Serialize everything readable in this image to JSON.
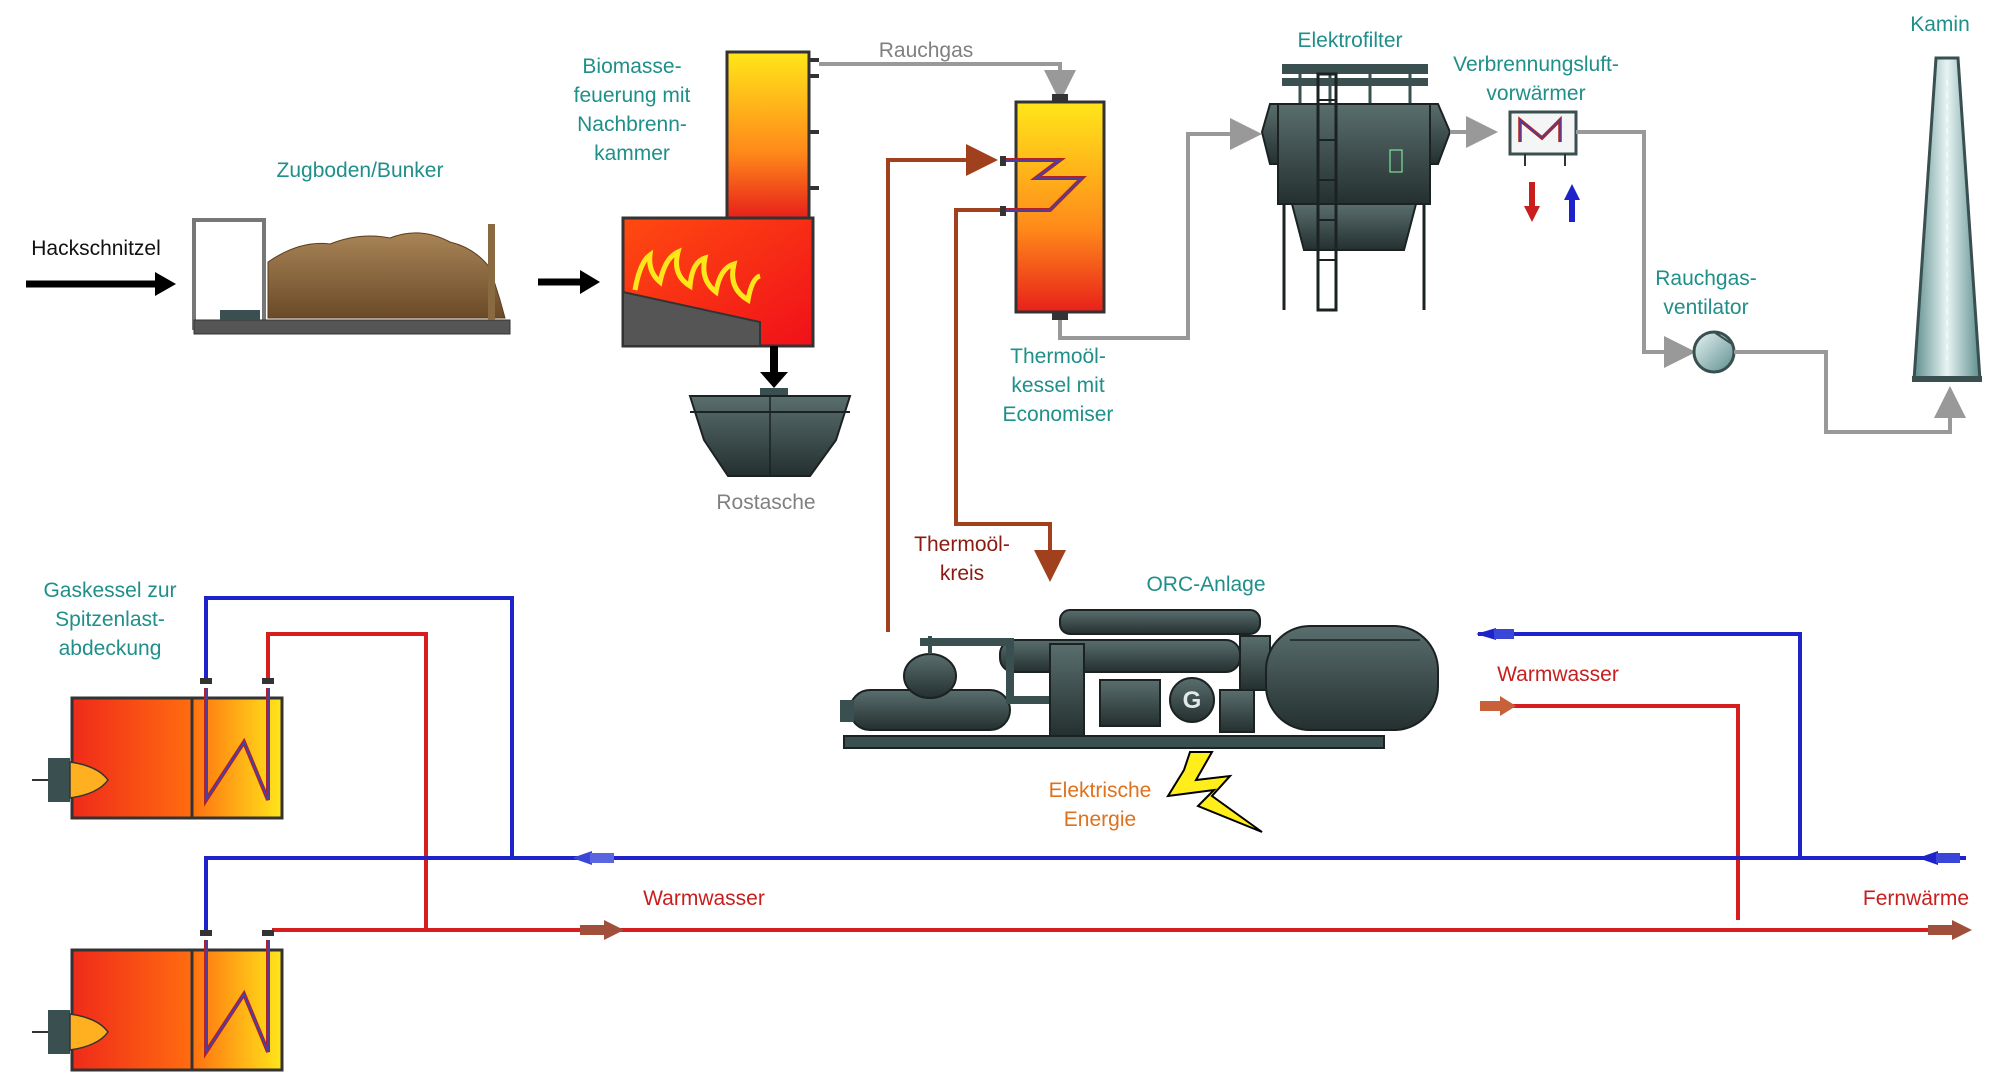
{
  "labels": {
    "hackschnitzel": "Hackschnitzel",
    "bunker": "Zugboden/Bunker",
    "feuerung": "Biomasse-\nfeuerung mit\nNachbrenn-\nkammer",
    "rauchgas": "Rauchgas",
    "rostasche": "Rostasche",
    "thermoelkessel": "Thermoöl-\nkessel mit\nEconomiser",
    "elektrofilter": "Elektrofilter",
    "vorwaermer": "Verbrennungsluft-\nvorwärmer",
    "kamin": "Kamin",
    "ventilator": "Rauchgas-\nventilator",
    "thermoelkreis": "Thermoöl-\nkreis",
    "orc": "ORC-Anlage",
    "warmwasser_orc": "Warmwasser",
    "elektrische_energie": "Elektrische\nEnergie",
    "gaskessel": "Gaskessel zur\nSpitzenlast-\nabdeckung",
    "warmwasser_main": "Warmwasser",
    "fernwaerme": "Fernwärme",
    "generator": "G"
  },
  "colors": {
    "flue_gas": "#999999",
    "thermal_oil": "#a0401c",
    "cold_water": "#1d23c8",
    "hot_water": "#d61e1e",
    "label_teal": "#1f8f8a",
    "equipment": "#3a4f4f"
  }
}
